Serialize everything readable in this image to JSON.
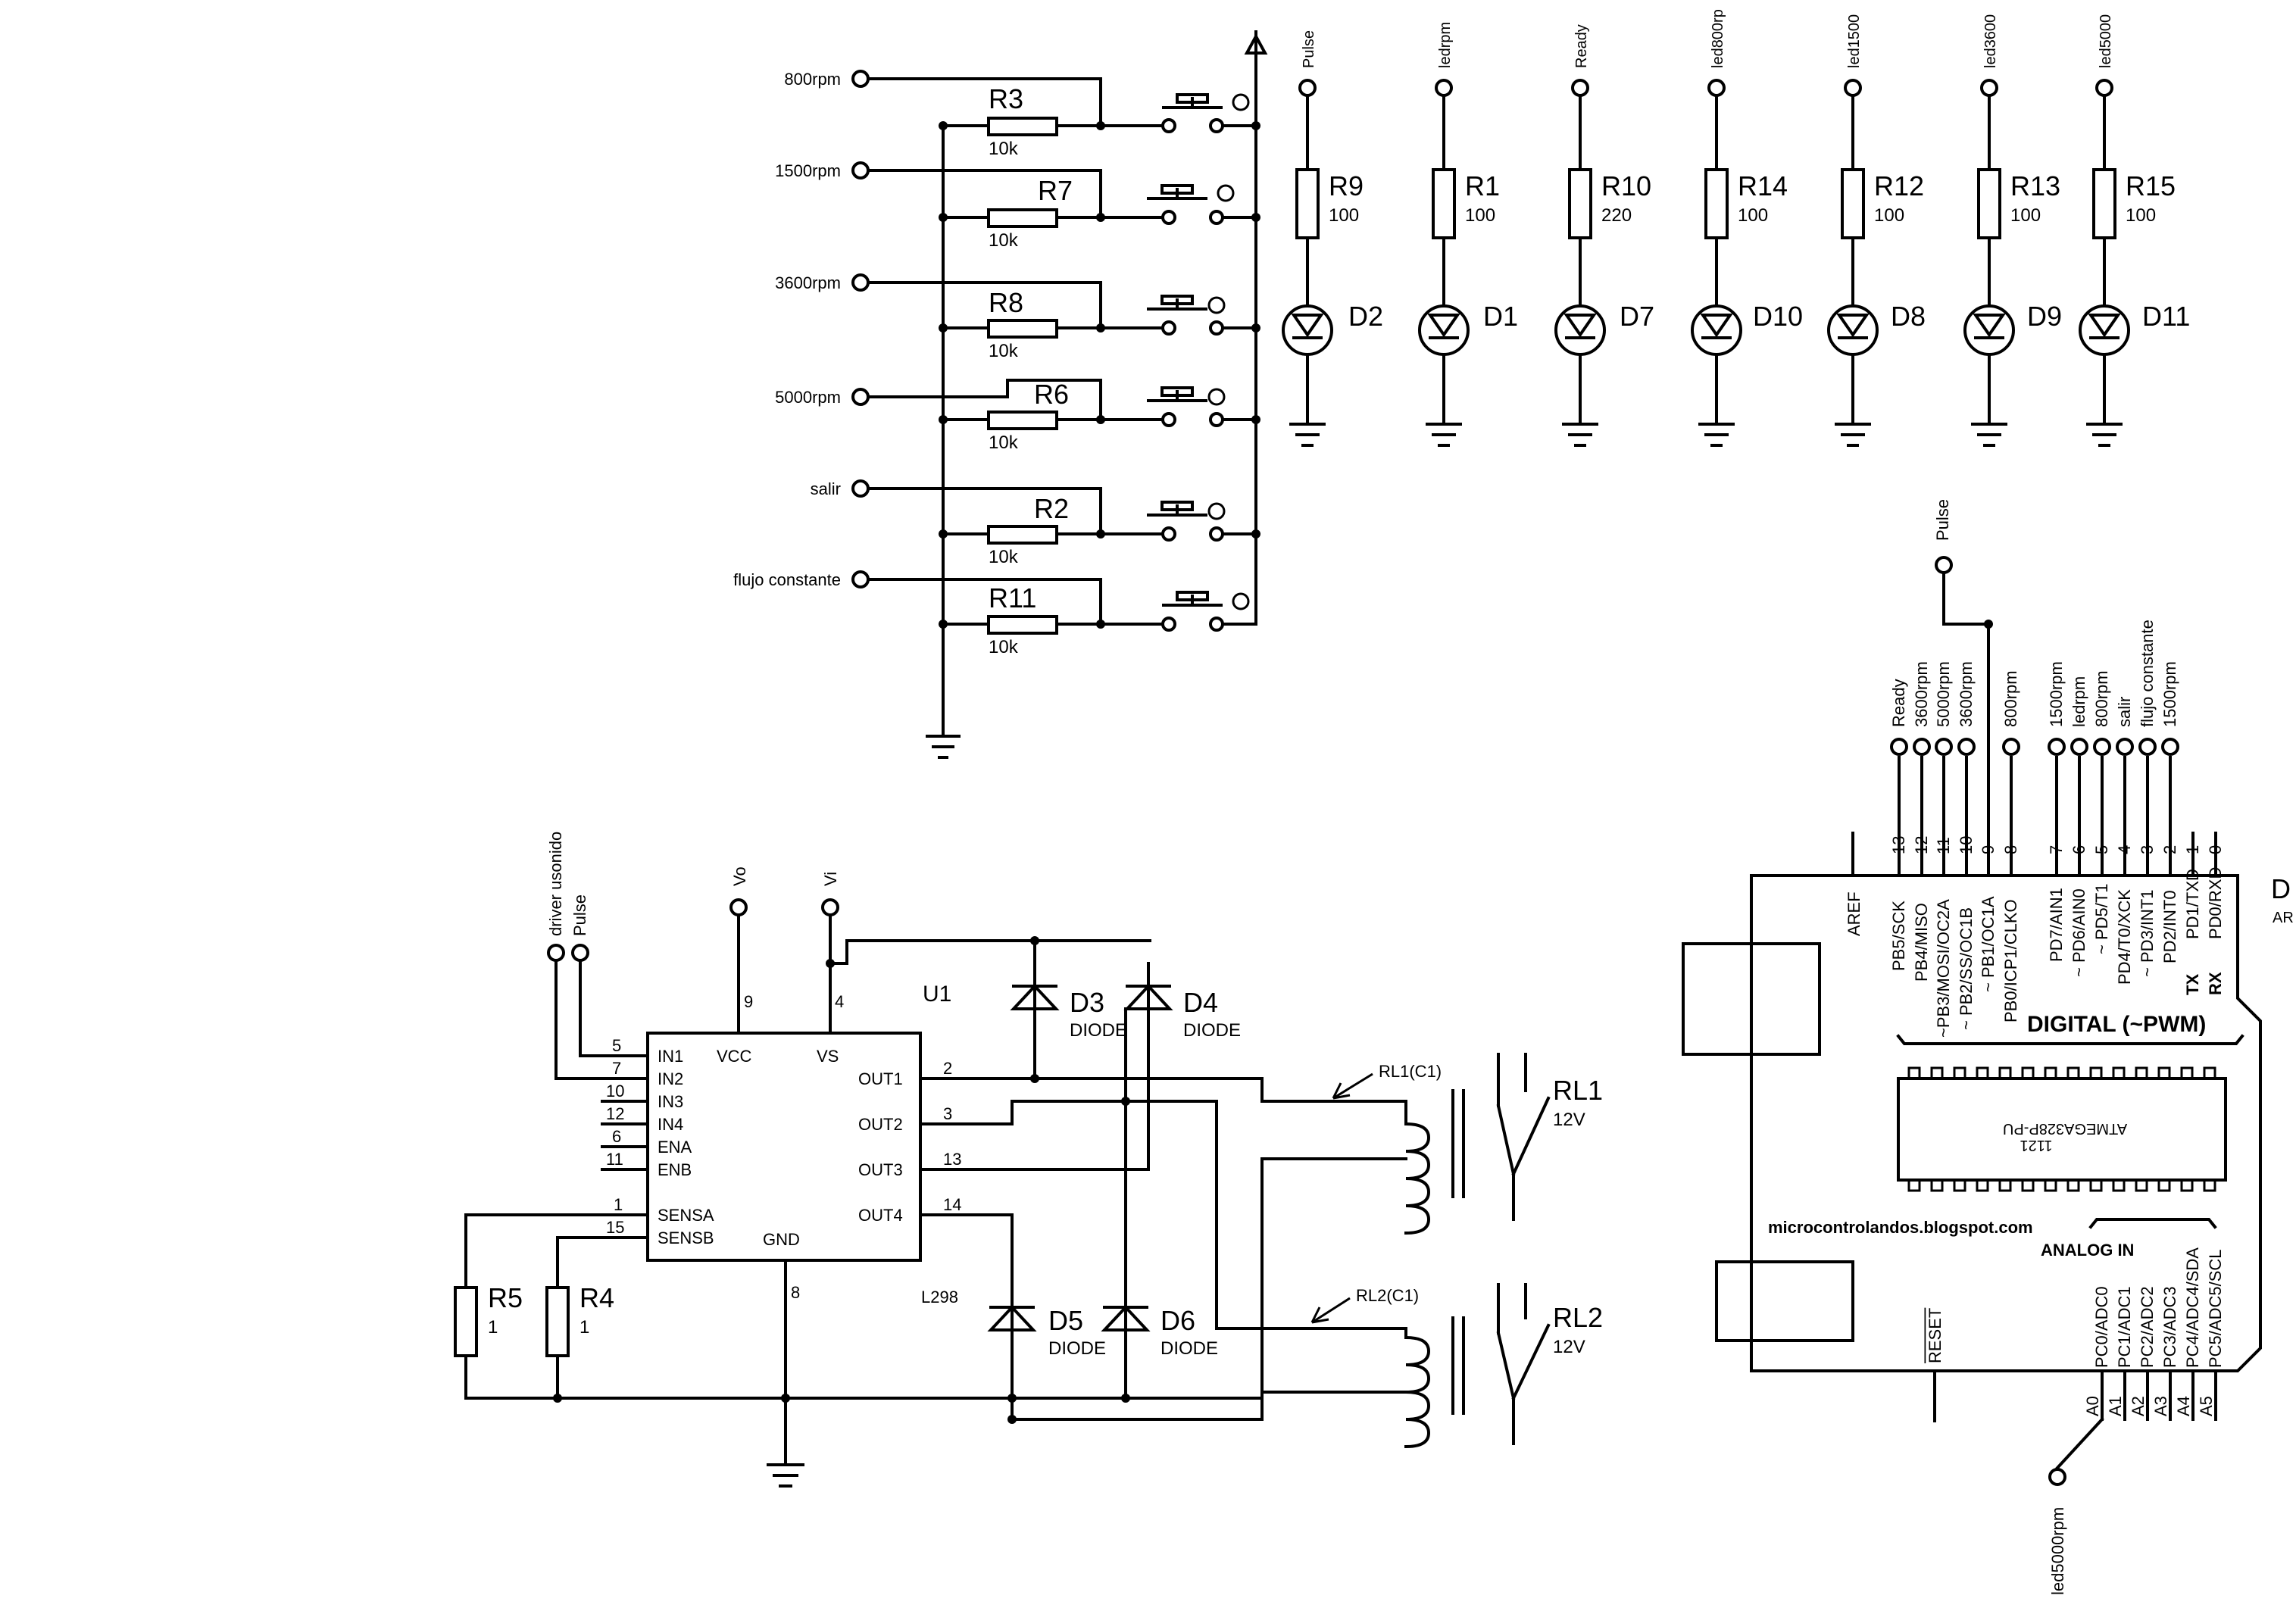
{
  "inputs": [
    {
      "label": "800rpm",
      "resistor": "R3",
      "value": "10k"
    },
    {
      "label": "1500rpm",
      "resistor": "R7",
      "value": "10k"
    },
    {
      "label": "3600rpm",
      "resistor": "R8",
      "value": "10k"
    },
    {
      "label": "5000rpm",
      "resistor": "R6",
      "value": "10k"
    },
    {
      "label": "salir",
      "resistor": "R2",
      "value": "10k"
    },
    {
      "label": "flujo constante",
      "resistor": "R11",
      "value": "10k"
    }
  ],
  "leds": [
    {
      "net": "Pulse",
      "resistor": "R9",
      "value": "100",
      "diode": "D2"
    },
    {
      "net": "ledrpm",
      "resistor": "R1",
      "value": "100",
      "diode": "D1"
    },
    {
      "net": "Ready",
      "resistor": "R10",
      "value": "220",
      "diode": "D7"
    },
    {
      "net": "led800rp",
      "resistor": "R14",
      "value": "100",
      "diode": "D10"
    },
    {
      "net": "led1500",
      "resistor": "R12",
      "value": "100",
      "diode": "D8"
    },
    {
      "net": "led3600",
      "resistor": "R13",
      "value": "100",
      "diode": "D9"
    },
    {
      "net": "led5000",
      "resistor": "R15",
      "value": "100",
      "diode": "D11"
    }
  ],
  "driver": {
    "ref": "U1",
    "part": "L298",
    "in_net_1": "driver usonido",
    "in_net_2": "Pulse",
    "vo": "Vo",
    "vi": "Vi",
    "left_pins": [
      {
        "num": "5",
        "name": "IN1"
      },
      {
        "num": "7",
        "name": "IN2"
      },
      {
        "num": "10",
        "name": "IN3"
      },
      {
        "num": "12",
        "name": "IN4"
      },
      {
        "num": "6",
        "name": "ENA"
      },
      {
        "num": "11",
        "name": "ENB"
      },
      {
        "num": "1",
        "name": "SENSA"
      },
      {
        "num": "15",
        "name": "SENSB"
      }
    ],
    "right_pins": [
      {
        "num": "2",
        "name": "OUT1"
      },
      {
        "num": "3",
        "name": "OUT2"
      },
      {
        "num": "13",
        "name": "OUT3"
      },
      {
        "num": "14",
        "name": "OUT4"
      }
    ],
    "top_pins": [
      {
        "num": "9",
        "name": "VCC"
      },
      {
        "num": "4",
        "name": "VS"
      }
    ],
    "bottom_pin": {
      "num": "8",
      "name": "GND"
    }
  },
  "sense_resistors": [
    {
      "ref": "R5",
      "value": "1"
    },
    {
      "ref": "R4",
      "value": "1"
    }
  ],
  "diodes": [
    {
      "ref": "D3",
      "value": "DIODE"
    },
    {
      "ref": "D4",
      "value": "DIODE"
    },
    {
      "ref": "D5",
      "value": "DIODE"
    },
    {
      "ref": "D6",
      "value": "DIODE"
    }
  ],
  "relays": [
    {
      "ref": "RL1",
      "value": "12V",
      "coil": "RL1(C1)"
    },
    {
      "ref": "RL2",
      "value": "12V",
      "coil": "RL2(C1)"
    }
  ],
  "arduino": {
    "pulse_net": "Pulse",
    "aref": "AREF",
    "digital_title": "DIGITAL (~PWM)",
    "chip": "ATMEGA328P-PU",
    "chip_sub": "1121",
    "site": "microcontrolandos.blogspot.com",
    "analog_title": "ANALOG IN",
    "reset": "RESET",
    "tx": "TX",
    "rx": "RX",
    "ref_partial": "D",
    "ref_partial2": "AR",
    "digital_pins": [
      {
        "num": "13",
        "name": "PB5/SCK",
        "net": "Ready"
      },
      {
        "num": "12",
        "name": "PB4/MISO",
        "net": "3600rpm"
      },
      {
        "num": "11",
        "name": "~PB3/MOSI/OC2A",
        "net": "5000rpm"
      },
      {
        "num": "10",
        "name": "~ PB2/SS/OC1B",
        "net": "3600rpm"
      },
      {
        "num": "9",
        "name": "~ PB1/OC1A",
        "net": ""
      },
      {
        "num": "8",
        "name": "PB0/ICP1/CLKO",
        "net": "800rpm"
      },
      {
        "num": "7",
        "name": "PD7/AIN1",
        "net": "1500rpm"
      },
      {
        "num": "6",
        "name": "~ PD6/AIN0",
        "net": "ledrpm"
      },
      {
        "num": "5",
        "name": "~ PD5/T1",
        "net": "800rpm"
      },
      {
        "num": "4",
        "name": "PD4/T0/XCK",
        "net": "salir"
      },
      {
        "num": "3",
        "name": "~ PD3/INT1",
        "net": "flujo constante"
      },
      {
        "num": "2",
        "name": "PD2/INT0",
        "net": "1500rpm"
      },
      {
        "num": "1",
        "name": "PD1/TXD",
        "net": ""
      },
      {
        "num": "0",
        "name": "PD0/RXD",
        "net": ""
      }
    ],
    "analog_pins": [
      {
        "num": "A0",
        "name": "PC0/ADC0"
      },
      {
        "num": "A1",
        "name": "PC1/ADC1"
      },
      {
        "num": "A2",
        "name": "PC2/ADC2"
      },
      {
        "num": "A3",
        "name": "PC3/ADC3"
      },
      {
        "num": "A4",
        "name": "PC4/ADC4/SDA"
      },
      {
        "num": "A5",
        "name": "PC5/ADC5/SCL"
      }
    ],
    "a0_net": "led5000rpm"
  }
}
